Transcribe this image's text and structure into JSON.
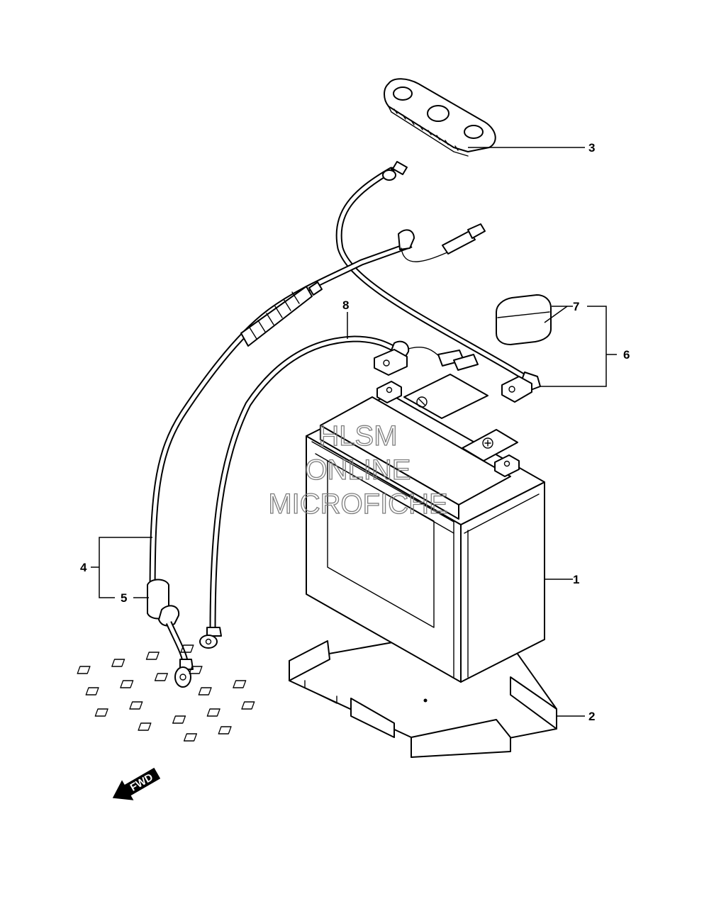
{
  "diagram": {
    "callouts": [
      {
        "id": "1",
        "label": "1"
      },
      {
        "id": "2",
        "label": "2"
      },
      {
        "id": "3",
        "label": "3"
      },
      {
        "id": "4",
        "label": "4"
      },
      {
        "id": "5",
        "label": "5"
      },
      {
        "id": "6",
        "label": "6"
      },
      {
        "id": "7",
        "label": "7"
      },
      {
        "id": "8",
        "label": "8"
      }
    ],
    "watermark": [
      "HLSM",
      "ONLINE",
      "MICROFICHE"
    ],
    "fwd_label": "FWD"
  }
}
